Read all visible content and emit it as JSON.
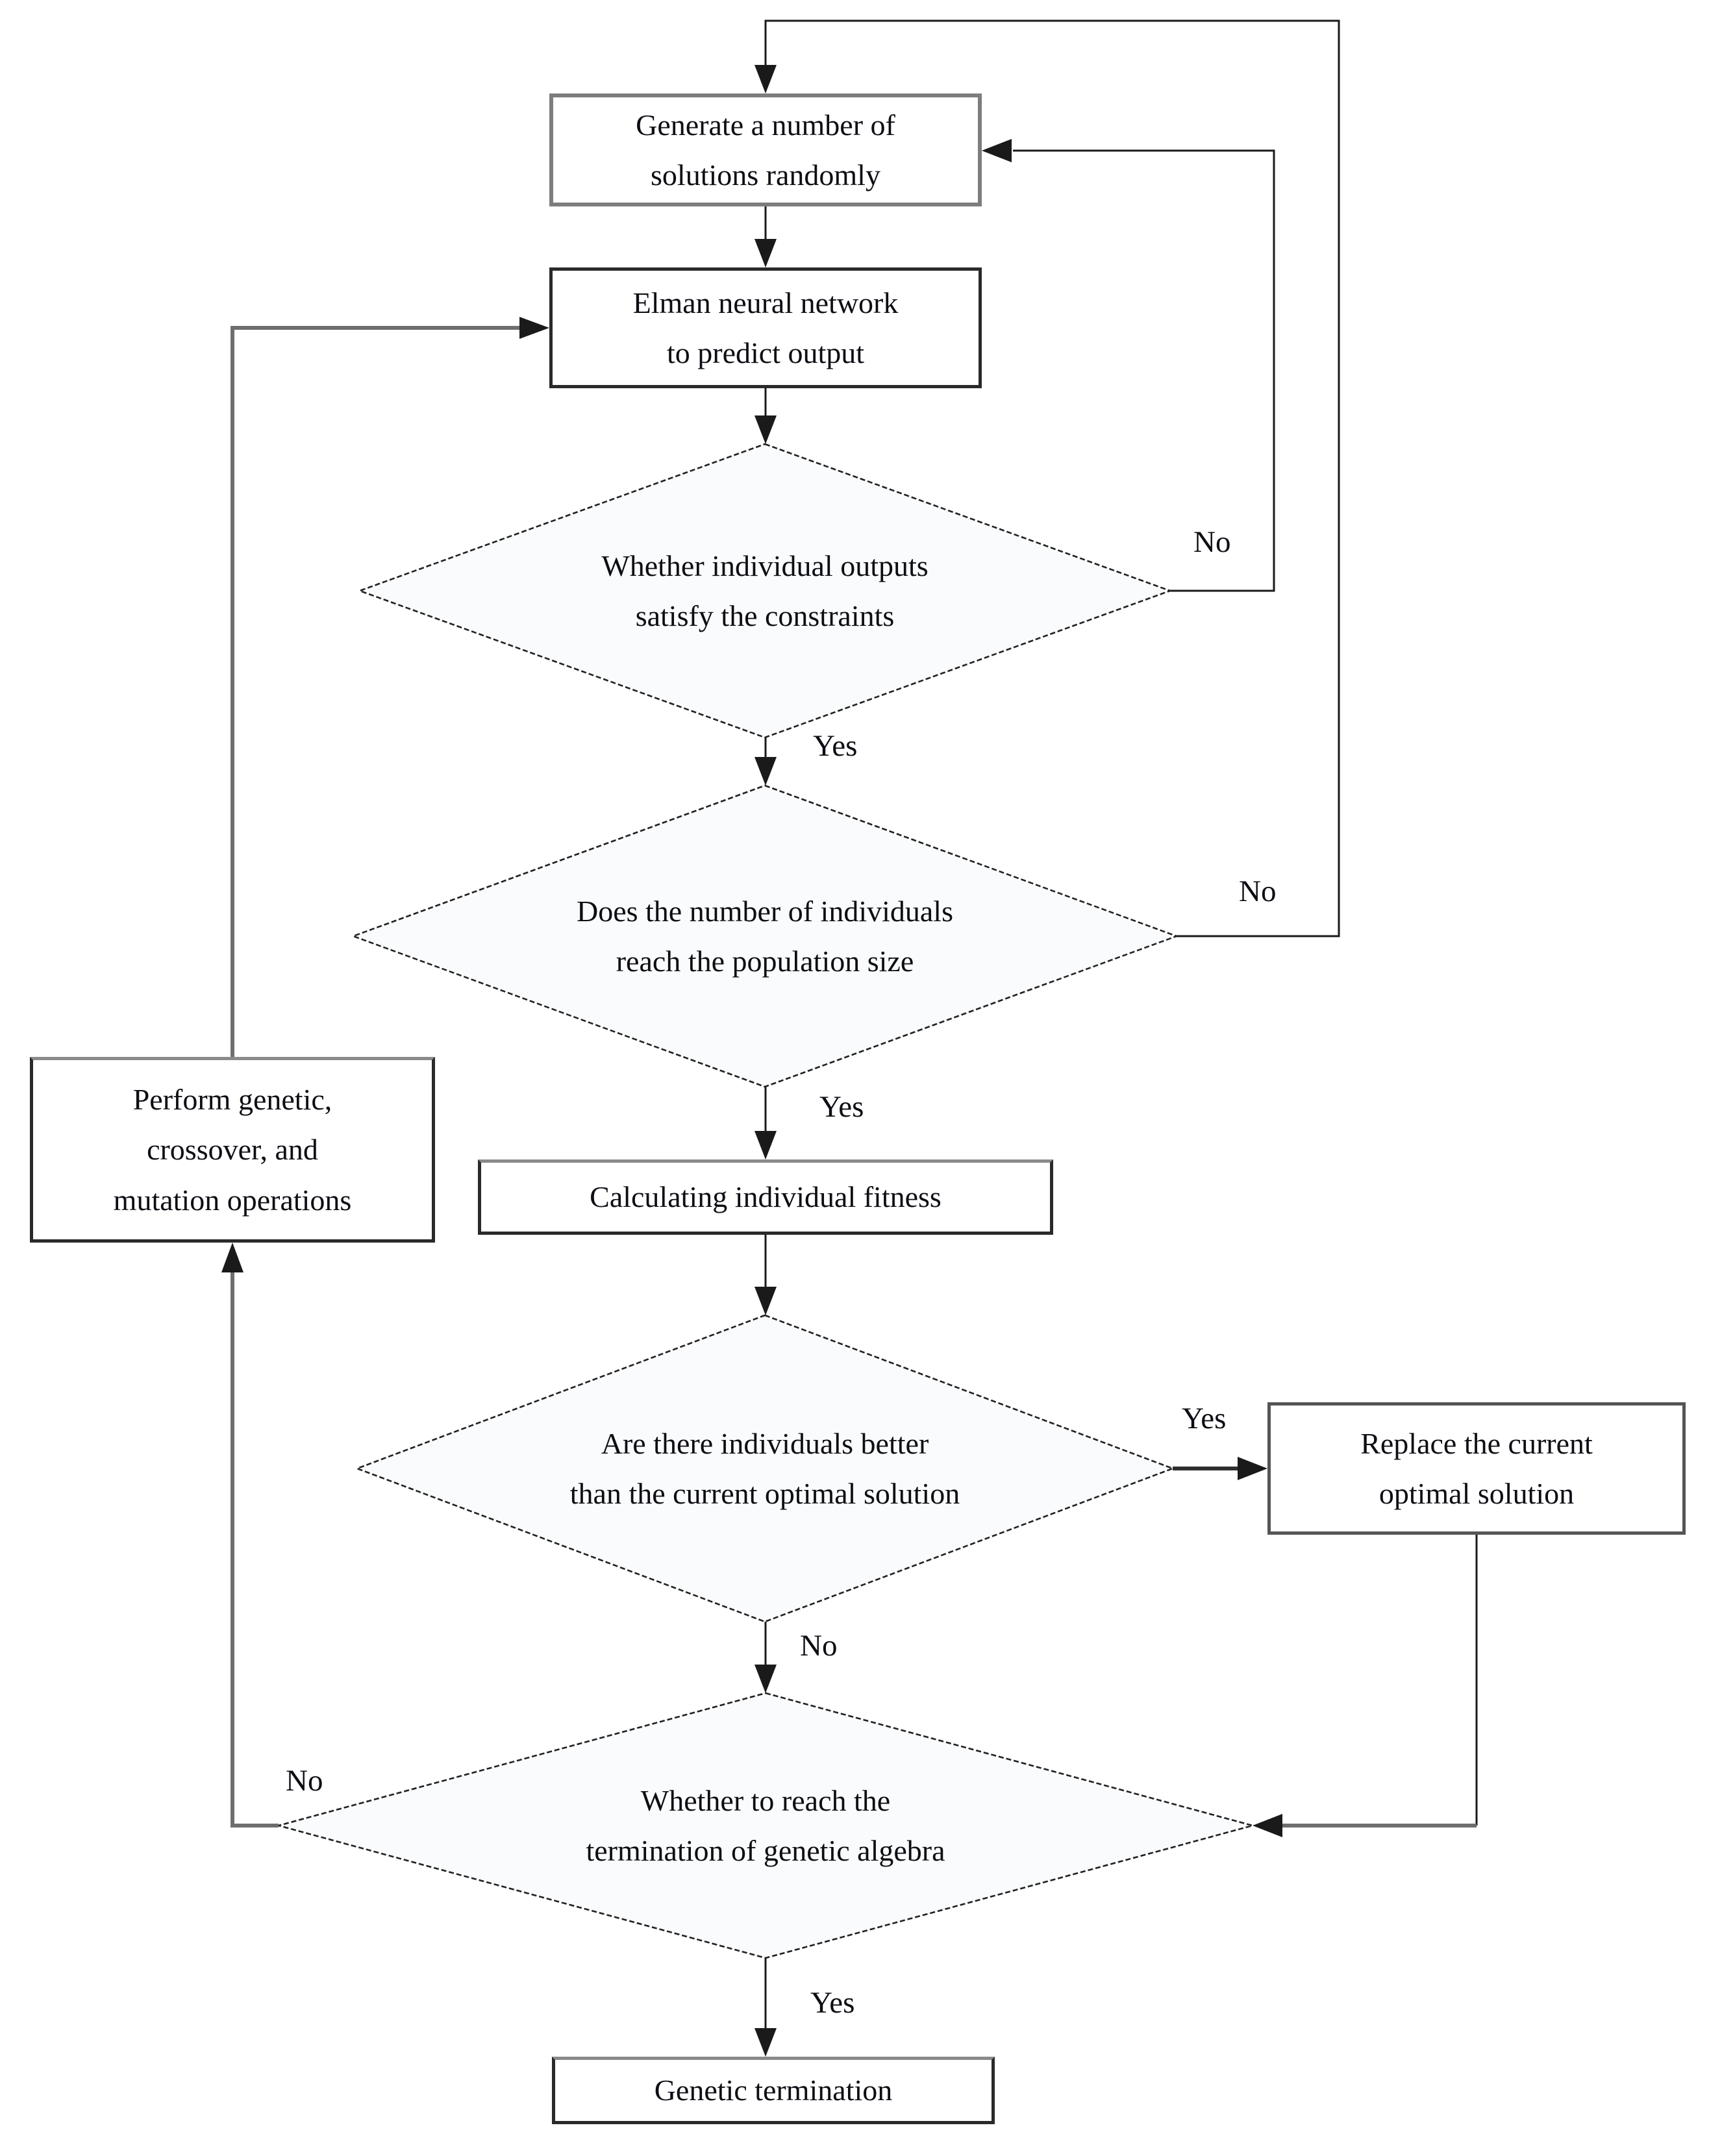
{
  "nodes": {
    "generate": {
      "label": "Generate a number of\nsolutions randomly"
    },
    "elman": {
      "label": "Elman neural network\nto predict output"
    },
    "constraints": {
      "label": "Whether individual outputs\nsatisfy the constraints"
    },
    "population": {
      "label": "Does the number of individuals\nreach the population size"
    },
    "perform": {
      "label": "Perform genetic,\ncrossover, and\nmutation operations"
    },
    "fitness": {
      "label": "Calculating individual fitness"
    },
    "better": {
      "label": "Are there individuals better\nthan the current optimal solution"
    },
    "replace": {
      "label": "Replace the current\noptimal solution"
    },
    "termination_check": {
      "label": "Whether to reach the\ntermination of genetic algebra"
    },
    "terminal": {
      "label": "Genetic termination"
    }
  },
  "edge_labels": {
    "constraints_yes": "Yes",
    "constraints_no": "No",
    "population_yes": "Yes",
    "population_no": "No",
    "better_yes": "Yes",
    "better_no": "No",
    "termination_no": "No",
    "termination_yes": "Yes"
  },
  "colors": {
    "bg": "#ffffff",
    "ink": "#0d0d14",
    "line": "#1a1a1a",
    "loop": "#6e6e6e",
    "border": "#2a2a2a",
    "border_soft": "#8a8a8a",
    "generate_border": "#7d7d7d",
    "diamond_fill": "#fafbfc"
  }
}
